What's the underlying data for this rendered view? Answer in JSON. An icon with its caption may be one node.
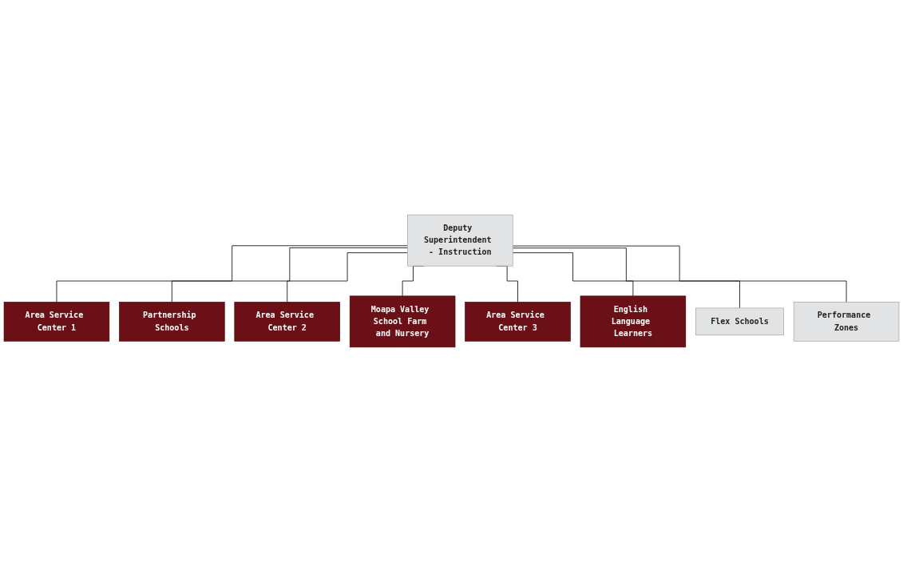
{
  "diagram": {
    "nodes": [
      {
        "text": [
          "Deputy Superintendent - Instruction"
        ]
      },
      {
        "text": [
          "Area Service Center 1"
        ]
      },
      {
        "text": [
          "Partnership Schools"
        ]
      },
      {
        "text": [
          "Area Service Center 2"
        ]
      },
      {
        "text": [
          "Moapa Valley School Farm and Nursery"
        ]
      },
      {
        "text": [
          "Area Service Center 3"
        ]
      },
      {
        "text": [
          "English Language Learners"
        ]
      },
      {
        "text": [
          "Flex Schools"
        ]
      },
      {
        "text": [
          "Performance Zones"
        ]
      }
    ],
    "edges": [
      {
        "from": 0,
        "to": 1,
        "arrow": "none"
      },
      {
        "from": 0,
        "to": 2,
        "arrow": "none"
      },
      {
        "from": 0,
        "to": 3,
        "arrow": "none"
      },
      {
        "from": 0,
        "to": 4,
        "arrow": "none"
      },
      {
        "from": 0,
        "to": 5,
        "arrow": "none"
      },
      {
        "from": 0,
        "to": 6,
        "arrow": "none"
      },
      {
        "from": 0,
        "to": 7,
        "arrow": "none"
      },
      {
        "from": 0,
        "to": 8,
        "arrow": "none"
      }
    ]
  }
}
